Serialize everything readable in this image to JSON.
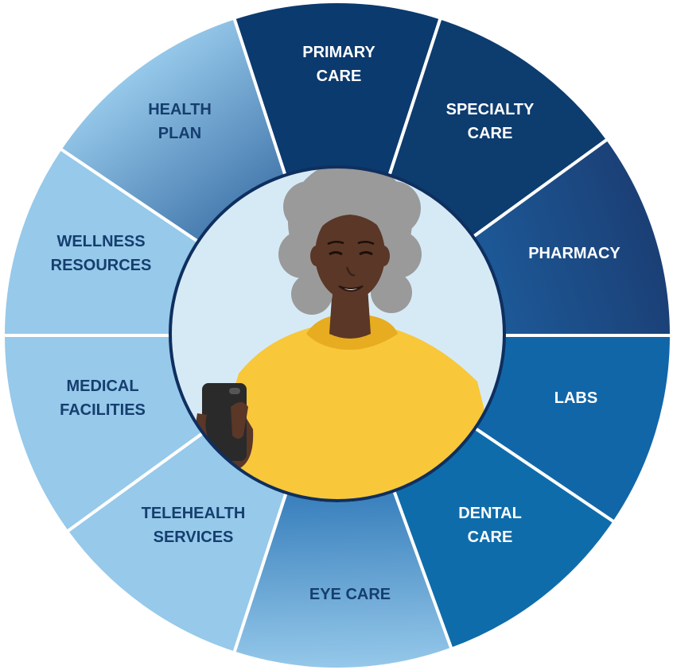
{
  "segments": [
    {
      "lines": [
        "PRIMARY",
        "CARE"
      ],
      "fill": "#0b3a6e",
      "fill_inner": "#0b3a6e",
      "text_color": "#ffffff"
    },
    {
      "lines": [
        "SPECIALTY",
        "CARE"
      ],
      "fill": "#0d3c6f",
      "fill_inner": "#0d3c6f",
      "text_color": "#ffffff"
    },
    {
      "lines": [
        "PHARMACY"
      ],
      "fill": "#1b3f75",
      "fill_inner": "#1d5896",
      "text_color": "#ffffff"
    },
    {
      "lines": [
        "LABS"
      ],
      "fill": "#1166a8",
      "fill_inner": "#1166a8",
      "text_color": "#ffffff"
    },
    {
      "lines": [
        "DENTAL",
        "CARE"
      ],
      "fill": "#0f6cab",
      "fill_inner": "#0f6cab",
      "text_color": "#ffffff"
    },
    {
      "lines": [
        "EYE CARE"
      ],
      "fill": "#96c9ea",
      "fill_inner": "#3c82be",
      "text_color": "#153e6e"
    },
    {
      "lines": [
        "TELEHEALTH",
        "SERVICES"
      ],
      "fill": "#96c9ea",
      "fill_inner": "#96c9ea",
      "text_color": "#153e6e"
    },
    {
      "lines": [
        "MEDICAL",
        "FACILITIES"
      ],
      "fill": "#96c9ea",
      "fill_inner": "#96c9ea",
      "text_color": "#153e6e"
    },
    {
      "lines": [
        "WELLNESS",
        "RESOURCES"
      ],
      "fill": "#96c9ea",
      "fill_inner": "#96c9ea",
      "text_color": "#153e6e"
    },
    {
      "lines": [
        "HEALTH",
        "PLAN"
      ],
      "fill": "#96c9ea",
      "fill_inner": "#4b7fb2",
      "text_color": "#153e6e"
    }
  ],
  "colors": {
    "separator": "#ffffff",
    "center_background": "#d6eaf6",
    "center_border": "#0f2f5f",
    "skin": "#5a3727",
    "hair": "#9a9a9a",
    "hoodie": "#f8c73a",
    "phone": "#2a2a2a"
  },
  "center_figure": {
    "subject": "woman-with-gray-curly-hair-holding-phone",
    "icons": [
      "person-avatar-icon",
      "phone-icon"
    ]
  }
}
